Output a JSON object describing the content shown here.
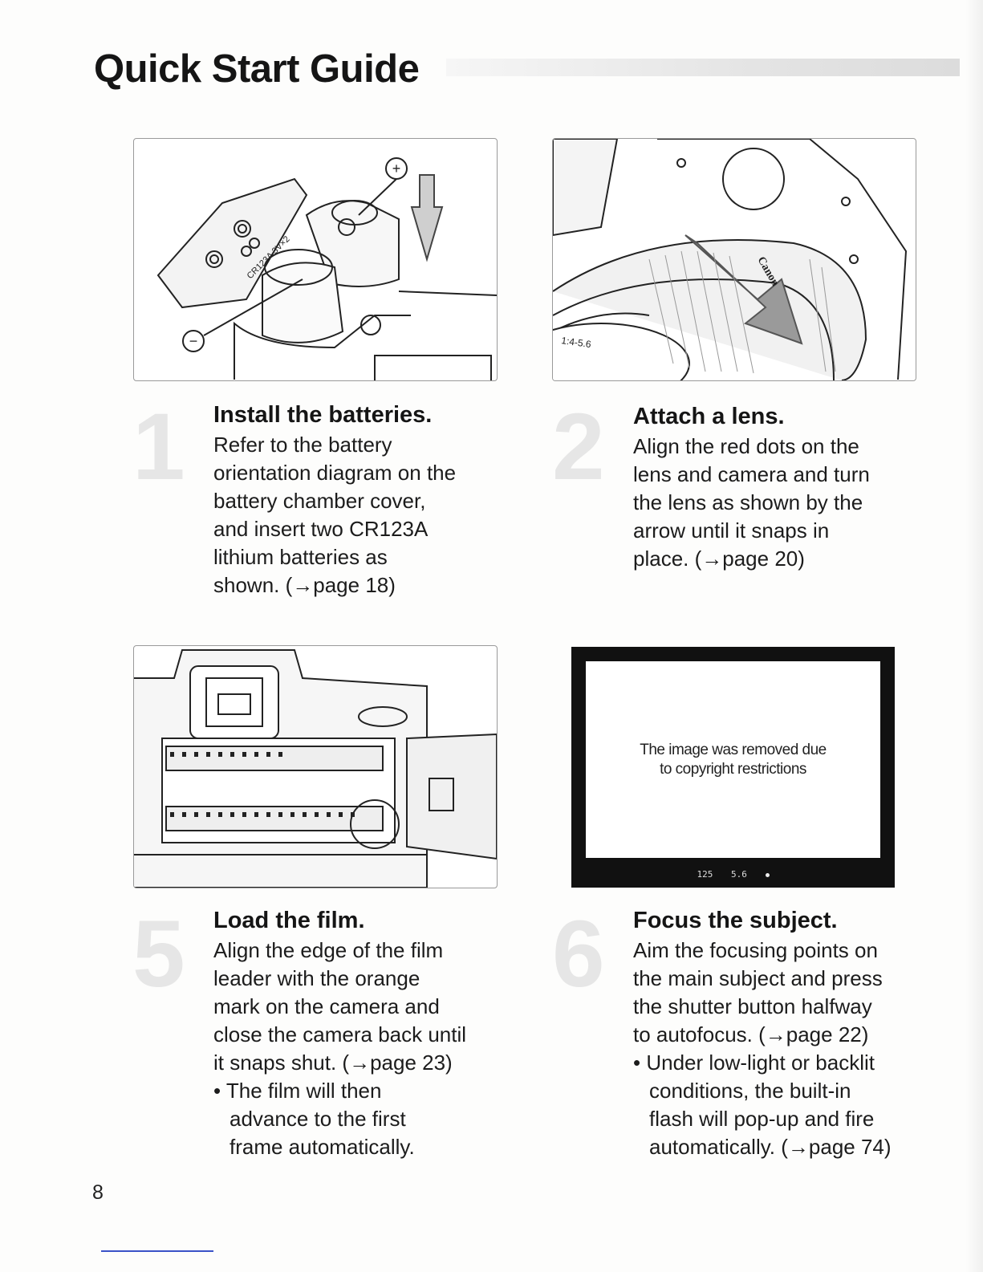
{
  "page": {
    "title": "Quick Start Guide",
    "page_number": "8"
  },
  "steps": [
    {
      "number": "1",
      "heading": "Install the batteries.",
      "body": "Refer to the battery\norientation diagram on the\nbattery chamber cover,\nand insert two CR123A\nlithium batteries as\nshown. (→page 18)"
    },
    {
      "number": "2",
      "heading": "Attach a lens.",
      "body": "Align the red dots on the\nlens and camera and turn\nthe lens as shown by the\narrow until it snaps in\nplace. (→page 20)"
    },
    {
      "number": "5",
      "heading": "Load the film.",
      "body": "Align the edge of the film\nleader with the orange\nmark on the camera and\nclose the camera back until\nit snaps shut. (→page 23)",
      "bullet": "• The film will then\nadvance to the first\nframe automatically."
    },
    {
      "number": "6",
      "heading": "Focus the subject.",
      "body": "Aim the focusing points on\nthe main subject and press\nthe shutter button halfway\nto autofocus. (→page 22)",
      "bullet": "• Under low-light or backlit\nconditions, the built-in\nflash will pop-up and fire\nautomatically. (→page 74)"
    }
  ],
  "illustrations": {
    "battery_plus": "+",
    "battery_minus": "−",
    "battery_label": "CR123A 3V×2",
    "lens_marking": "1:4-5.6",
    "lens_brand": "Canon"
  },
  "viewfinder": {
    "notice": "The image was removed due\nto copyright restrictions",
    "shutter": "125",
    "aperture": "5.6"
  }
}
